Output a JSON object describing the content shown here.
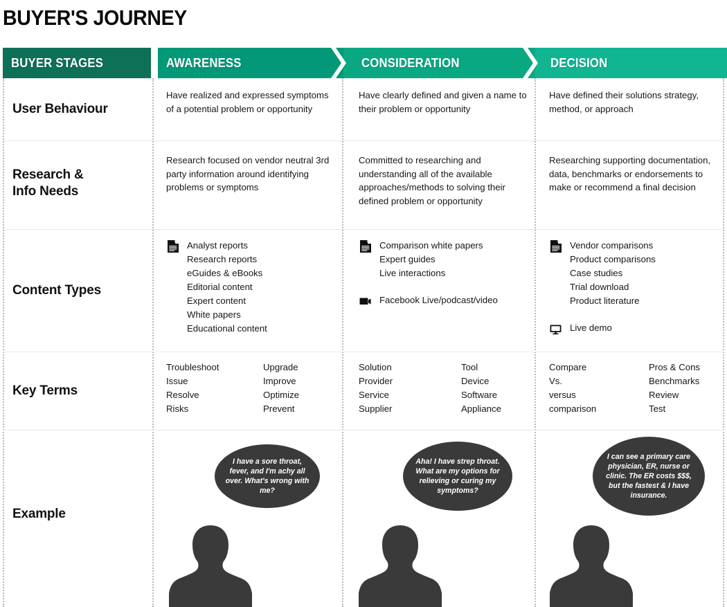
{
  "title": "BUYER'S JOURNEY",
  "colors": {
    "stage_0": "#0d7057",
    "stage_1": "#039877",
    "stage_2": "#0aa882",
    "stage_3": "#12b592",
    "dark": "#3a3a3a",
    "separator": "#b9b9b9",
    "row_line": "#e9e9e9"
  },
  "header": {
    "stages_label": "BUYER STAGES",
    "stages": [
      {
        "label": "AWARENESS"
      },
      {
        "label": "CONSIDERATION"
      },
      {
        "label": "DECISION"
      }
    ]
  },
  "rows": {
    "user_behaviour": {
      "label": "User Behaviour",
      "cells": [
        "Have realized and expressed symptoms of a potential problem or opportunity",
        "Have clearly defined and given a name to their problem or opportunity",
        "Have defined their solutions strategy, method, or approach"
      ]
    },
    "research_info": {
      "label_line1": "Research &",
      "label_line2": "Info Needs",
      "cells": [
        "Research focused on vendor neutral 3rd party information around identifying problems or symptoms",
        "Committed to researching and understanding all of the available approaches/methods to solving their defined problem or opportunity",
        "Researching supporting documentation, data, benchmarks or endorsements to make or recommend a final decision"
      ]
    },
    "content_types": {
      "label": "Content Types",
      "columns": [
        {
          "groups": [
            {
              "icon": "document-icon",
              "items": [
                "Analyst reports",
                "Research reports",
                "eGuides & eBooks",
                "Editorial content",
                "Expert content",
                "White papers",
                "Educational content"
              ]
            }
          ]
        },
        {
          "groups": [
            {
              "icon": "document-icon",
              "items": [
                "Comparison white papers",
                "Expert guides",
                "Live interactions"
              ]
            },
            {
              "icon": "video-camera-icon",
              "items": [
                "Facebook Live/podcast/video"
              ]
            }
          ]
        },
        {
          "groups": [
            {
              "icon": "document-icon",
              "items": [
                "Vendor comparisons",
                "Product comparisons",
                "Case studies",
                "Trial download",
                "Product literature"
              ]
            },
            {
              "icon": "monitor-icon",
              "items": [
                "Live demo"
              ]
            }
          ]
        }
      ]
    },
    "key_terms": {
      "label": "Key Terms",
      "columns": [
        {
          "left": [
            "Troubleshoot",
            "Issue",
            "Resolve",
            "Risks"
          ],
          "right": [
            "Upgrade",
            "Improve",
            "Optimize",
            "Prevent"
          ]
        },
        {
          "left": [
            "Solution",
            "Provider",
            "Service",
            "Supplier"
          ],
          "right": [
            "Tool",
            "Device",
            "Software",
            "Appliance"
          ]
        },
        {
          "left": [
            "Compare",
            "Vs.",
            "versus",
            "comparison"
          ],
          "right": [
            "Pros & Cons",
            "Benchmarks",
            "Review",
            "Test"
          ]
        }
      ]
    },
    "example": {
      "label": "Example",
      "quotes": [
        "I have a sore throat, fever, and I'm achy all over. What's wrong with me?",
        "Aha! I have strep throat. What are my options for relieving or curing my symptoms?",
        "I can see a primary care physician, ER, nurse or clinic. The ER costs $$$, but the fastest & I have insurance."
      ]
    }
  }
}
